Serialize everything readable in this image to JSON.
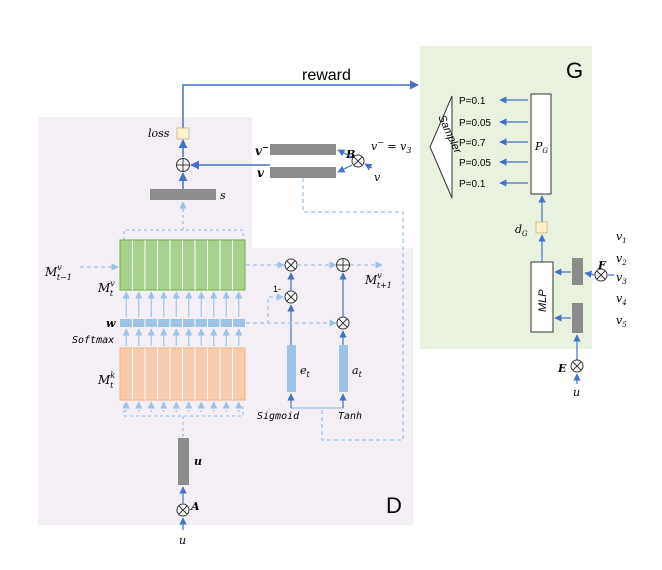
{
  "panels": {
    "D": {
      "label": "D",
      "fill": "#f3eff5"
    },
    "G": {
      "label": "G",
      "fill": "#e9f2df"
    }
  },
  "colors": {
    "arrow": "#4472c4",
    "dashed": "#9dc3e6",
    "memory_value": "#a9d18e",
    "memory_value_stroke": "#70ad47",
    "memory_key": "#f8cbad",
    "memory_key_stroke": "#f4b183",
    "bar_gray": "#8c8c8c",
    "node_fill": "#fff2cc",
    "weight_bar": "#9dc3e6"
  },
  "labels": {
    "reward": "reward",
    "loss": "loss",
    "s": "s",
    "v_minus": "v",
    "v": "v",
    "B": "B",
    "v_eq_prefix": "v",
    "v_eq_suffix": "= v",
    "v_eq_sub": "3",
    "v_input": "v",
    "M_prev_main": "M",
    "M_prev_sup": "v",
    "M_prev_sub": "t−1",
    "Mv_main": "M",
    "Mv_sup": "v",
    "Mv_sub": "t",
    "Mnext_main": "M",
    "Mnext_sup": "v",
    "Mnext_sub": "t+1",
    "w": "w",
    "softmax": "Softmax",
    "Mk_main": "M",
    "Mk_sup": "k",
    "Mk_sub": "t",
    "one_minus": "1-",
    "e_t": "e",
    "e_t_sub": "t",
    "a_t": "a",
    "a_t_sub": "t",
    "sigmoid": "Sigmoid",
    "tanh": "Tanh",
    "u_bar": "u",
    "A": "A",
    "u_input": "u",
    "sampler": "Sampler",
    "P_G": "P",
    "P_G_sub": "G",
    "d_G": "d",
    "d_G_sub": "G",
    "MLP": "MLP",
    "F": "F",
    "E": "E",
    "u_E": "u",
    "v1": "v",
    "v1_sub": "1",
    "v2": "v",
    "v2_sub": "2",
    "v3": "v",
    "v3_sub": "3",
    "v4": "v",
    "v4_sub": "4",
    "v5": "v",
    "v5_sub": "5"
  },
  "probabilities": [
    "P=0.1",
    "P=0.05",
    "P=0.7",
    "P=0.05",
    "P=0.1"
  ]
}
